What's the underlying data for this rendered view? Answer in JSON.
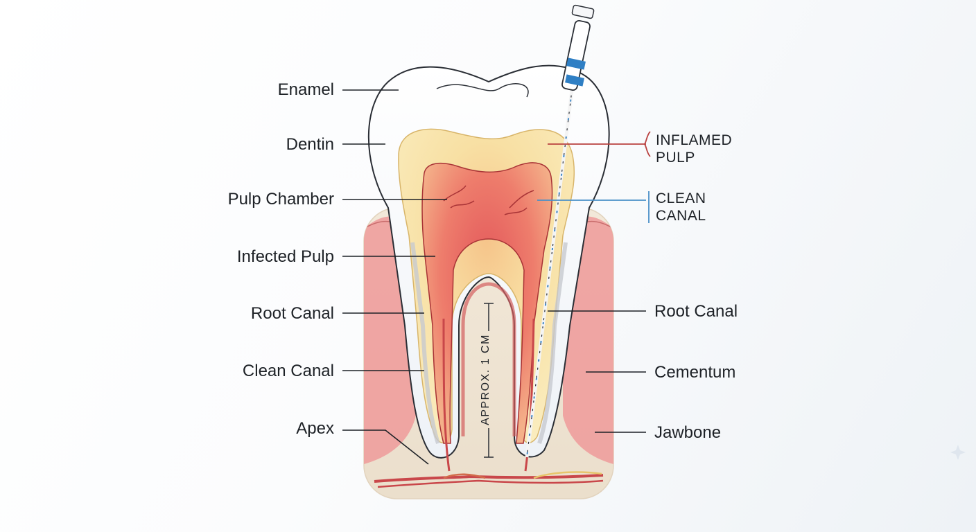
{
  "labels_left": [
    {
      "id": "enamel",
      "text": "Enamel"
    },
    {
      "id": "dentin",
      "text": "Dentin"
    },
    {
      "id": "pulp_chamber",
      "text": "Pulp Chamber"
    },
    {
      "id": "infected_pulp",
      "text": "Infected Pulp"
    },
    {
      "id": "root_canal_left",
      "text": "Root Canal"
    },
    {
      "id": "clean_canal_left",
      "text": "Clean Canal"
    },
    {
      "id": "apex",
      "text": "Apex"
    }
  ],
  "labels_right": [
    {
      "id": "inflamed_pulp",
      "line1": "INFLAMED",
      "line2": "PULP"
    },
    {
      "id": "clean_canal_right",
      "line1": "CLEAN",
      "line2": "CANAL"
    },
    {
      "id": "root_canal_right",
      "text": "Root Canal"
    },
    {
      "id": "cementum",
      "text": "Cementum"
    },
    {
      "id": "jawbone",
      "text": "Jawbone"
    }
  ],
  "measurement": "APPROX. 1 CM",
  "colors": {
    "enamel": "#ffffff",
    "dentin": "#f8e3a6",
    "pulp": "#e2565a",
    "gum": "#ee9a9a",
    "bone": "#efe4d4",
    "file_blue": "#2f7fc4",
    "inflamed_bracket": "#b9403f",
    "clean_bracket": "#4a90c8",
    "outline": "#2a2e35"
  },
  "icons": {
    "instrument": "endodontic-file-icon",
    "sparkle": "sparkle-icon"
  }
}
